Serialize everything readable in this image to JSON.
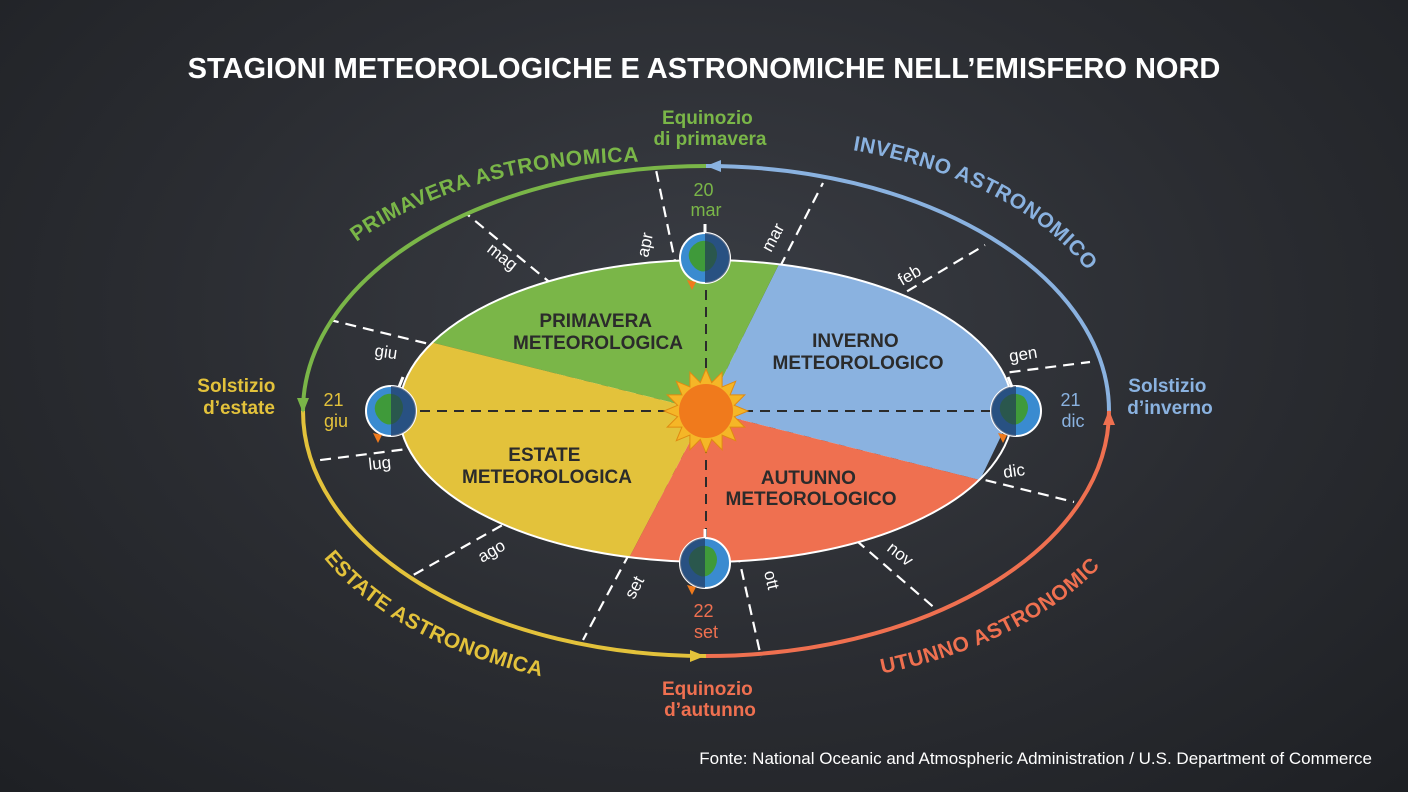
{
  "title": "STAGIONI METEOROLOGICHE E ASTRONOMICHE NELL’EMISFERO NORD",
  "source": "Fonte: National Oceanic and Atmospheric Administration / U.S. Department of Commerce",
  "colors": {
    "spring": "#7ab648",
    "summer": "#e3c23b",
    "autumn": "#ef7050",
    "winter": "#8ab2e0",
    "sun": "#f07a1c",
    "sun_rays": "#f5b627"
  },
  "astronomical": {
    "spring": "PRIMAVERA ASTRONOMICA",
    "winter": "INVERNO ASTRONOMICO",
    "summer": "ESTATE ASTRONOMICA",
    "autumn": "AUTUNNO ASTRONOMICO"
  },
  "meteorological": {
    "spring": [
      "PRIMAVERA",
      "METEOROLOGICA"
    ],
    "winter": [
      "INVERNO",
      "METEOROLOGICO"
    ],
    "summer": [
      "ESTATE",
      "METEOROLOGICA"
    ],
    "autumn": [
      "AUTUNNO",
      "METEOROLOGICO"
    ]
  },
  "events": {
    "spring_equinox": [
      "Equinozio",
      "di primavera"
    ],
    "summer_solstice": [
      "Solstizio",
      "d’estate"
    ],
    "winter_solstice": [
      "Solstizio",
      "d’inverno"
    ],
    "autumn_equinox": [
      "Equinozio",
      "d’autunno"
    ]
  },
  "dates": {
    "spring_equinox": [
      "20",
      "mar"
    ],
    "summer_solstice": [
      "21",
      "giu"
    ],
    "winter_solstice": [
      "21",
      "dic"
    ],
    "autumn_equinox": [
      "22",
      "set"
    ]
  },
  "months": {
    "gen": "gen",
    "feb": "feb",
    "mar": "mar",
    "apr": "apr",
    "mag": "mag",
    "giu": "giu",
    "lug": "lug",
    "ago": "ago",
    "set": "set",
    "ott": "ott",
    "nov": "nov",
    "dic": "dic"
  }
}
